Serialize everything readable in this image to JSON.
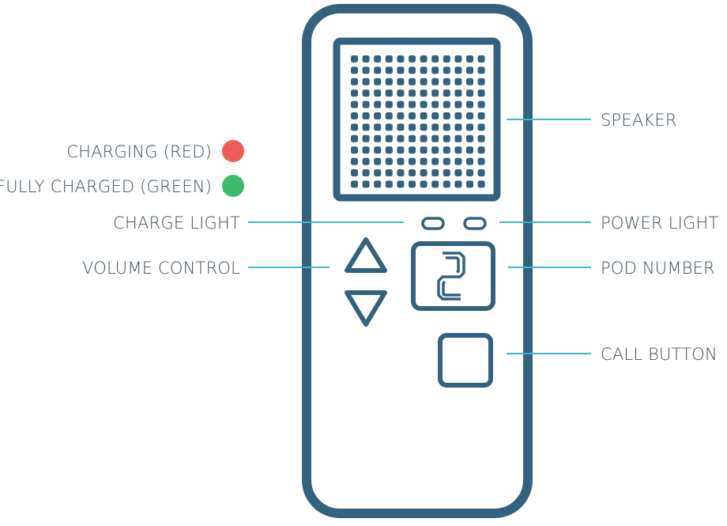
{
  "legend": {
    "charging_label": "CHARGING (RED)",
    "fully_charged_label": "FULLY CHARGED (GREEN)"
  },
  "callouts": {
    "speaker": "SPEAKER",
    "charge_light": "CHARGE LIGHT",
    "power_light": "POWER LIGHT",
    "volume_control": "VOLUME CONTROL",
    "pod_number": "POD NUMBER",
    "call_button": "CALL BUTTON"
  },
  "display": {
    "pod_number_digit": "2"
  },
  "speaker_grid": {
    "rows": 12,
    "cols": 12
  },
  "colors": {
    "device_outline": "#34617d",
    "leader_line": "#3fb8cc",
    "charging_dot": "#ef5a5a",
    "fully_charged_dot": "#3dba6a",
    "label_text": "#3b4f5d"
  }
}
